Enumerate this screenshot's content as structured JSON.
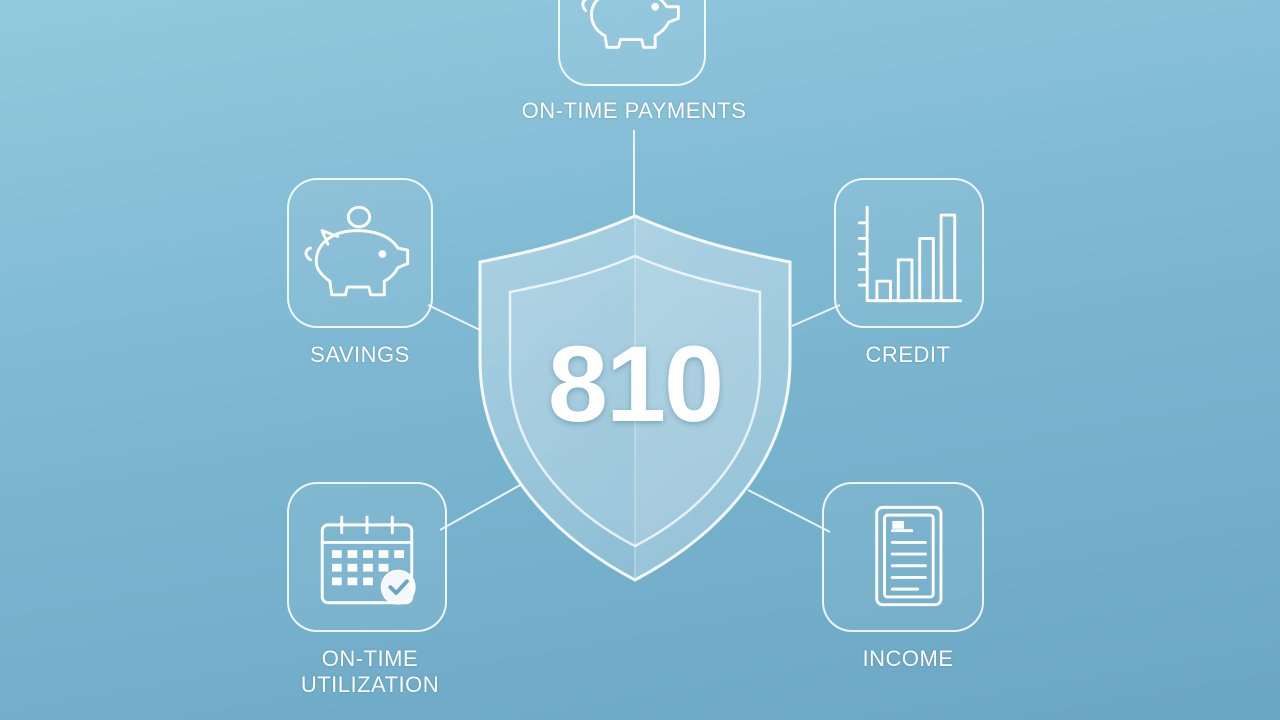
{
  "score": "810",
  "factors": {
    "top": {
      "label": "ON-TIME PAYMENTS",
      "icon": "piggy-bank-icon"
    },
    "left": {
      "label": "SAVINGS",
      "icon": "piggy-bank-coin-icon"
    },
    "right": {
      "label": "CREDIT",
      "icon": "bar-chart-icon"
    },
    "bottom_left": {
      "label_line1": "ON-TIME",
      "label_line2": "UTILIZATION",
      "icon": "calendar-check-icon"
    },
    "bottom_right": {
      "label": "INCOME",
      "icon": "document-icon"
    }
  },
  "center_icon": "shield-icon",
  "colors": {
    "background_top": "#93c9de",
    "background_bottom": "#6aa7c4",
    "line": "#ffffff"
  }
}
